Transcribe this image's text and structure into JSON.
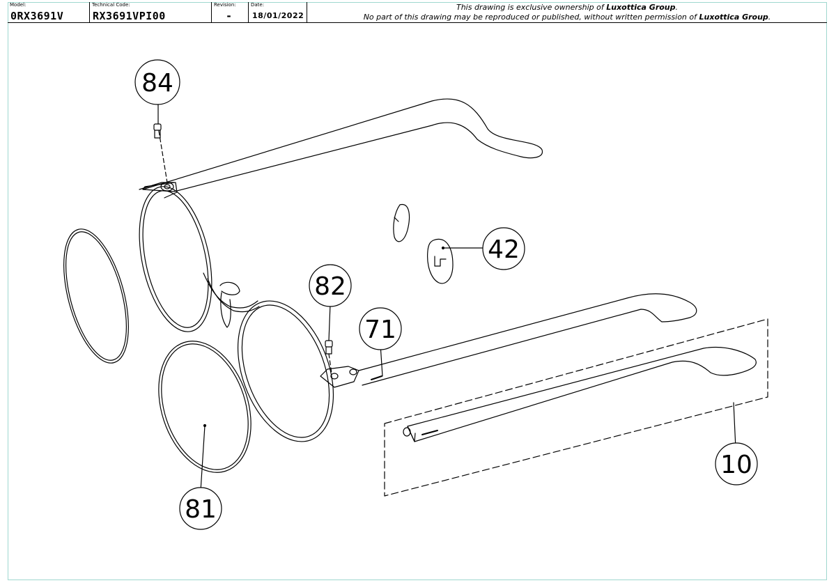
{
  "title_block": {
    "model_label": "Model:",
    "model_value": "0RX3691V",
    "technical_code_label": "Technical Code:",
    "technical_code_value": "RX3691VPI00",
    "revision_label": "Revision:",
    "revision_value": "-",
    "date_label": "Date:",
    "date_value": "18/01/2022",
    "notice_line1_pre": "This drawing is exclusive ownership of ",
    "notice_line1_company": "Luxottica Group",
    "notice_line1_post": ".",
    "notice_line2_pre": "No part of this drawing may be reproduced or published, without written permission of ",
    "notice_line2_company": "Luxottica Group",
    "notice_line2_post": "."
  },
  "callouts": [
    {
      "id": "screw-temple-top",
      "label": "84"
    },
    {
      "id": "nose-pad",
      "label": "42"
    },
    {
      "id": "hinge-screw",
      "label": "82"
    },
    {
      "id": "temple-right",
      "label": "71"
    },
    {
      "id": "temple-replacement",
      "label": "10"
    },
    {
      "id": "lens",
      "label": "81"
    }
  ],
  "colors": {
    "frame_border": "#9fd7cf",
    "line": "#000000"
  }
}
